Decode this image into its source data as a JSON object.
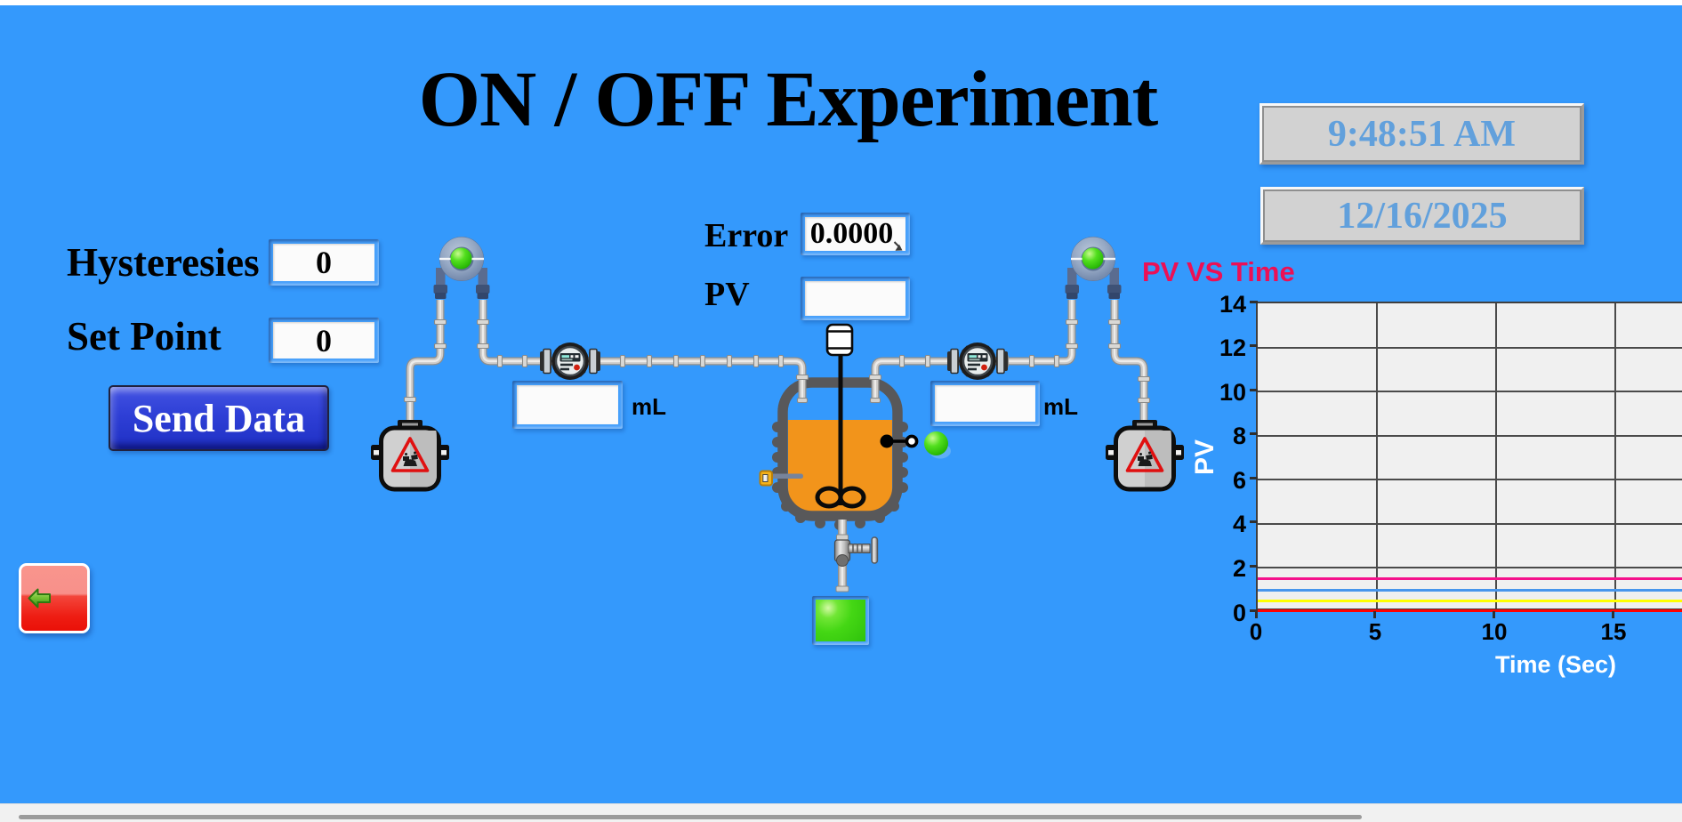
{
  "page": {
    "title": "ON / OFF Experiment",
    "background_color": "#3499FC"
  },
  "clock": {
    "time": "9:48:51 AM",
    "date": "12/16/2025",
    "text_color": "#61A0DC"
  },
  "controls": {
    "hysteresis_label": "Hysteresies",
    "hysteresis_value": "0",
    "setpoint_label": "Set Point",
    "setpoint_value": "0",
    "send_button_label": "Send Data"
  },
  "readouts": {
    "error_label": "Error",
    "error_value": "0.0000",
    "pv_label": "PV",
    "pv_value": "",
    "left_volume_value": "",
    "left_volume_unit": "mL",
    "right_volume_value": "",
    "right_volume_unit": "mL"
  },
  "indicators": {
    "lamp_green": "#44D714",
    "lamp_green_light": "#D8FBAC",
    "lamp_green_dark": "#2CBA0A",
    "pump_left_lamp": "on",
    "pump_right_lamp": "on",
    "level_lamp": "on",
    "valve_lamp": "on"
  },
  "chart_data": {
    "type": "line",
    "title": "PV VS Time",
    "title_color": "#EC1055",
    "xlabel": "Time (Sec)",
    "ylabel": "PV",
    "xlim": [
      0,
      17.875
    ],
    "ylim": [
      0,
      14
    ],
    "x_ticks": [
      0,
      5,
      10,
      15
    ],
    "y_ticks": [
      0,
      2,
      4,
      6,
      8,
      10,
      12,
      14
    ],
    "grid": true,
    "legend": false,
    "plot_bg": "#F0F0F0",
    "series": [
      {
        "name": "magenta-line",
        "color": "#F5128C",
        "x": [
          0,
          17.875
        ],
        "values": [
          1.5,
          1.5
        ]
      },
      {
        "name": "blue-line",
        "color": "#4896EC",
        "x": [
          0,
          17.875
        ],
        "values": [
          1.0,
          1.0
        ]
      },
      {
        "name": "yellow-line",
        "color": "#FFFF00",
        "x": [
          0,
          17.875
        ],
        "values": [
          0.5,
          0.5
        ]
      },
      {
        "name": "red-line",
        "color": "#FF0000",
        "x": [
          0,
          17.875
        ],
        "values": [
          0.05,
          0.05
        ]
      }
    ]
  }
}
